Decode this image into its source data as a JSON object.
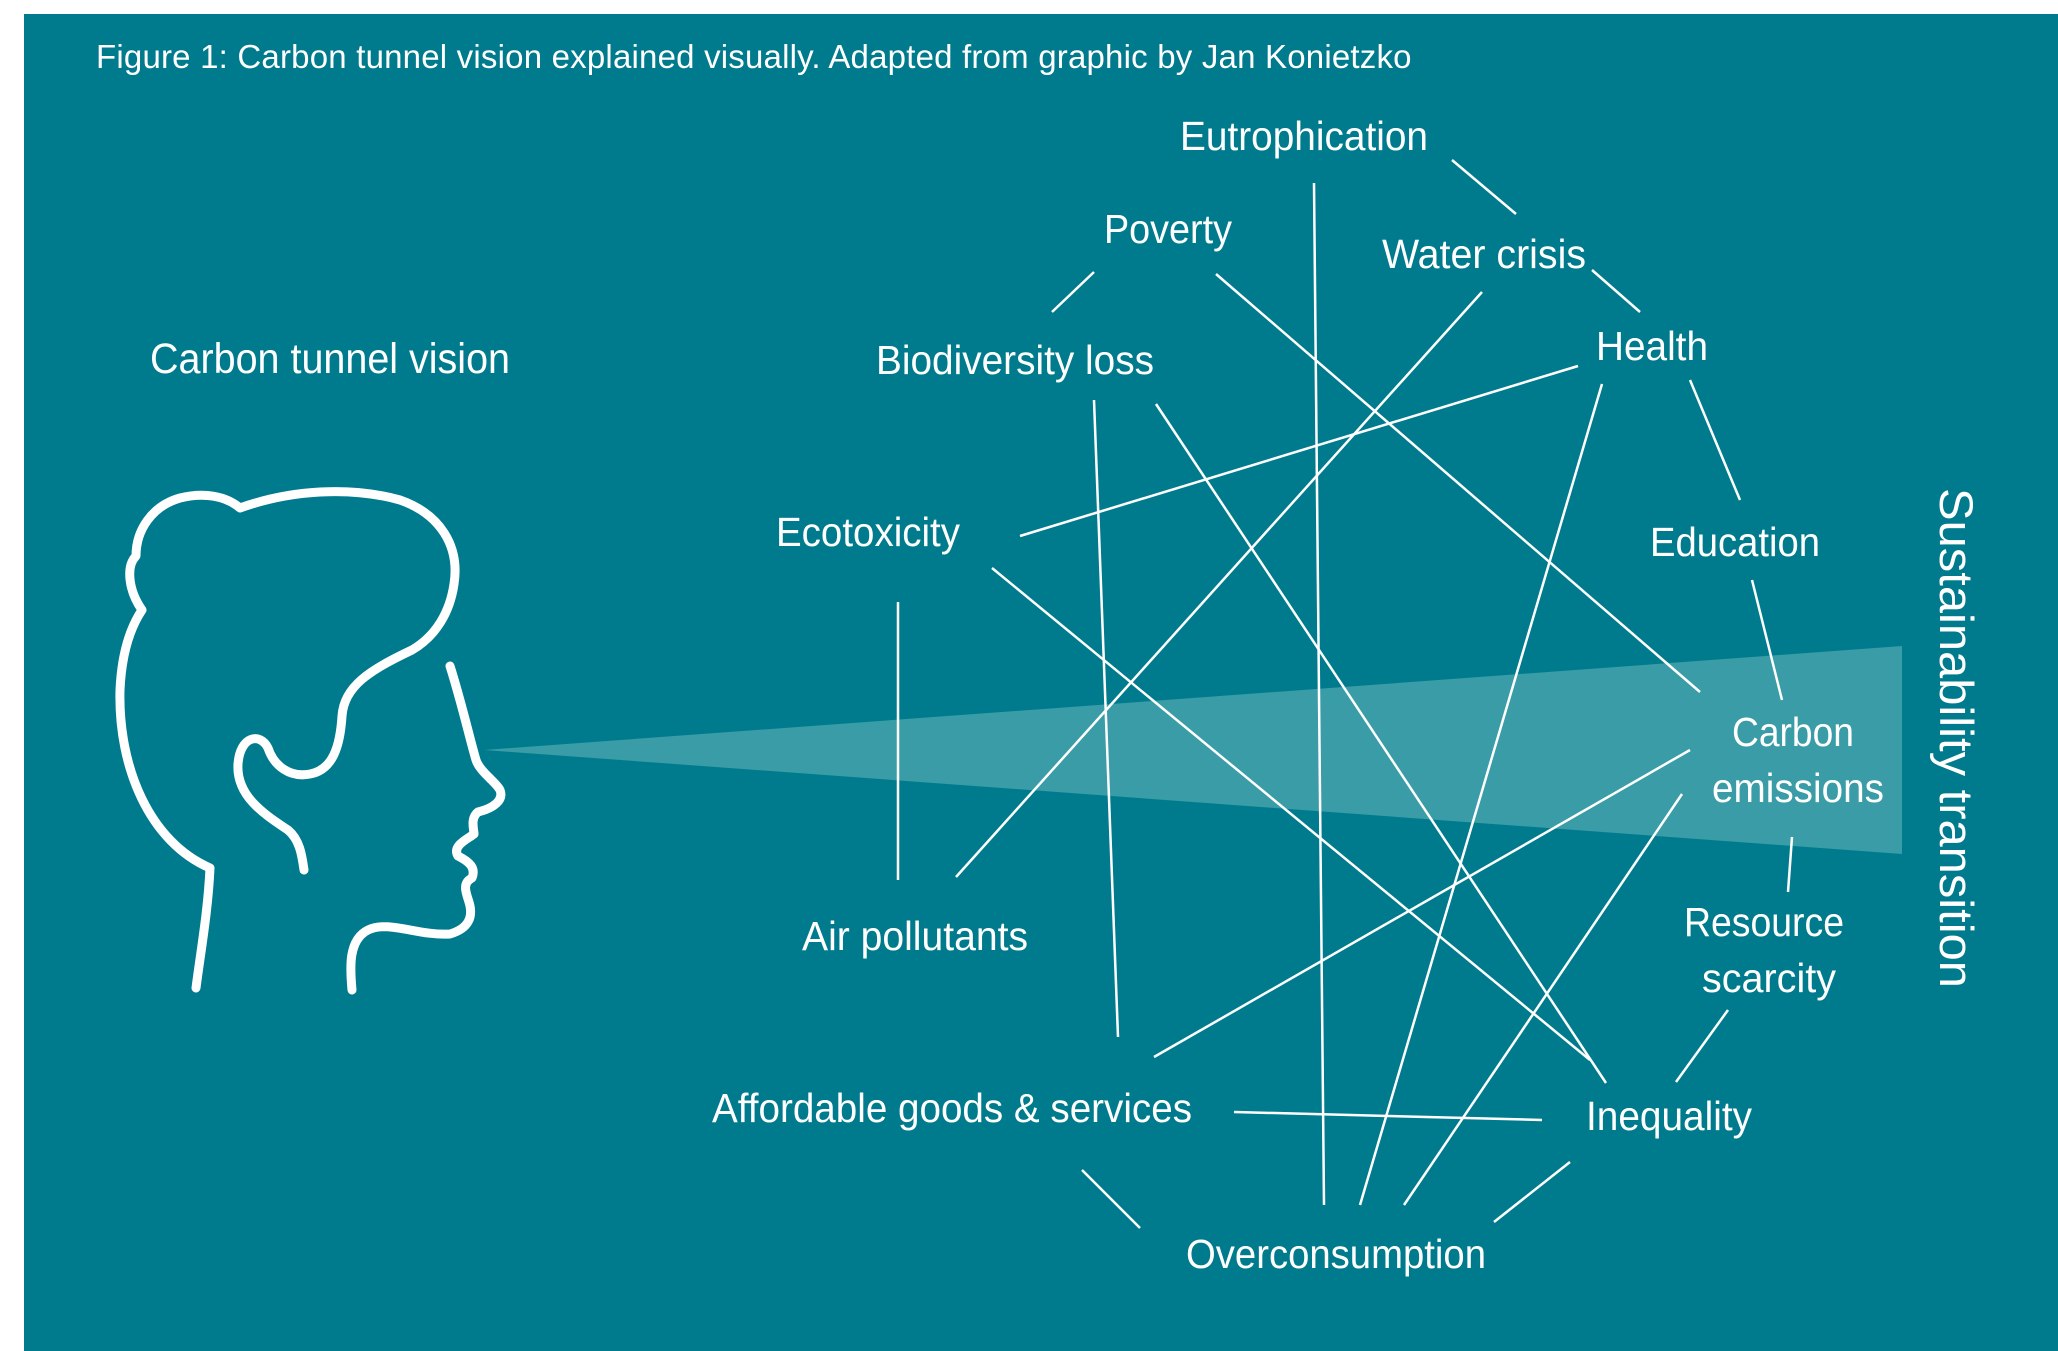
{
  "figure": {
    "caption": "Figure 1: Carbon tunnel vision explained visually. Adapted from graphic by Jan Konietzko",
    "background_color": "#007b8d",
    "line_color": "#ffffff",
    "cone_color": "#5fb3b8"
  },
  "heading": "Carbon tunnel vision",
  "side_label": "Sustainability transition",
  "icons": {
    "head": "head-profile-icon",
    "cone": "vision-cone-icon"
  },
  "nodes": {
    "eutrophication": "Eutrophication",
    "poverty": "Poverty",
    "water_crisis": "Water crisis",
    "health": "Health",
    "biodiversity_loss": "Biodiversity loss",
    "ecotoxicity": "Ecotoxicity",
    "education": "Education",
    "carbon_emissions_1": "Carbon",
    "carbon_emissions_2": "emissions",
    "resource_scarcity_1": "Resource",
    "resource_scarcity_2": "scarcity",
    "air_pollutants": "Air pollutants",
    "affordable_goods": "Affordable goods & services",
    "inequality": "Inequality",
    "overconsumption": "Overconsumption"
  }
}
